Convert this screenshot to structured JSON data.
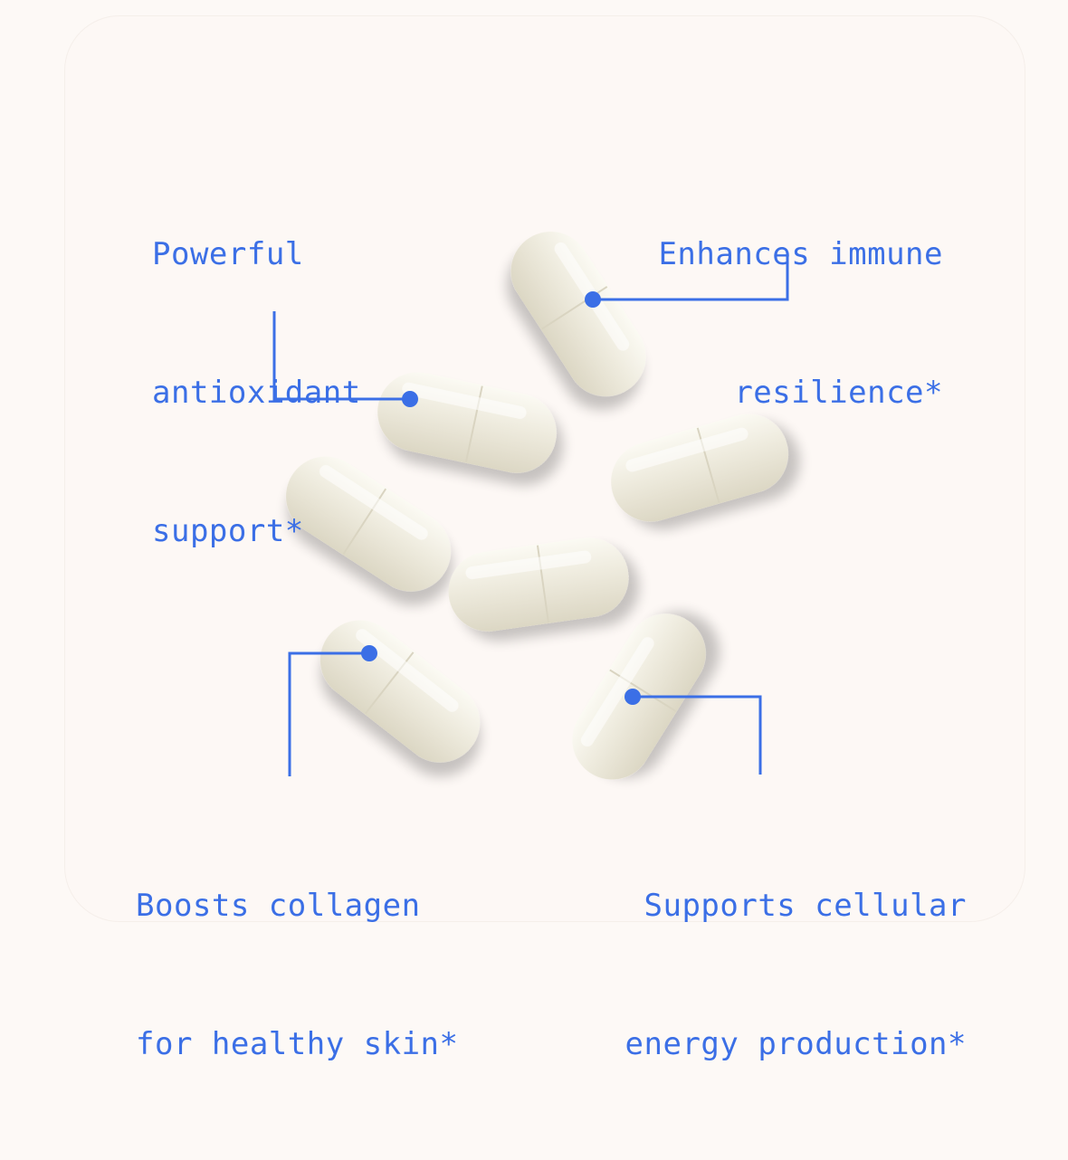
{
  "callouts": {
    "antioxidant": {
      "lines": [
        "Powerful",
        "antioxidant",
        "support*"
      ]
    },
    "immune": {
      "lines": [
        "Enhances immune",
        "resilience*"
      ]
    },
    "collagen": {
      "lines": [
        "Boosts collagen",
        "for healthy skin*"
      ]
    },
    "energy": {
      "lines": [
        "Supports cellular",
        "energy production*"
      ]
    }
  },
  "colors": {
    "accent": "#3b6fe6",
    "background": "#fdf9f6",
    "capsule": "#ece8d8"
  },
  "capsule_count": 7
}
